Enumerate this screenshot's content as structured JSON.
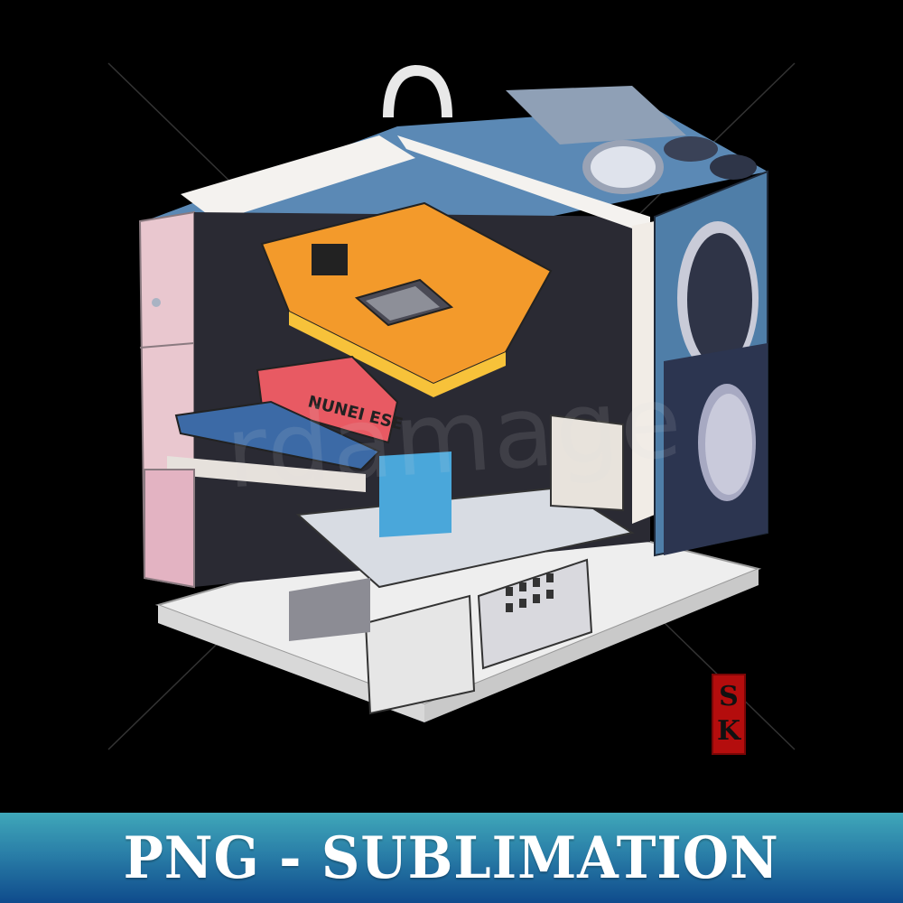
{
  "image": {
    "subject": "isometric cutaway illustration of a computer tower / boombox with internal components",
    "background_color": "#000000"
  },
  "illustration": {
    "label_on_red_card": "NUNEI ESE",
    "watermark_text": "rdamage",
    "colors": {
      "case_pink": "#e9c7cf",
      "case_blue": "#4f7ea8",
      "board_orange": "#f0a12a",
      "card_red": "#e85a63",
      "speaker_dark": "#2f3447",
      "base_white": "#eeeeee"
    }
  },
  "seal": {
    "text_top": "S",
    "text_bottom": "K",
    "color": "#b40d0d"
  },
  "banner": {
    "text": "PNG - SUBLIMATION",
    "gradient_top": "#3fa7b9",
    "gradient_bottom": "#0f4b8c",
    "text_color": "#ffffff"
  }
}
